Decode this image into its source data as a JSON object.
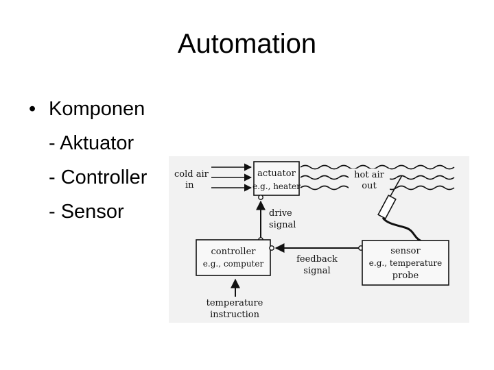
{
  "slide": {
    "title": "Automation",
    "bullet": {
      "symbol": "•",
      "label": "Komponen"
    },
    "sub_items": [
      "- Aktuator",
      "- Controller",
      "- Sensor"
    ]
  },
  "diagram": {
    "input_line1": "cold air",
    "input_line2": "in",
    "actuator_line1": "actuator",
    "actuator_line2": "e.g., heater",
    "output_line1": "hot air",
    "output_line2": "out",
    "drive_line1": "drive",
    "drive_line2": "signal",
    "controller_line1": "controller",
    "controller_line2": "e.g., computer",
    "feedback_line1": "feedback",
    "feedback_line2": "signal",
    "sensor_line1": "sensor",
    "sensor_line2": "e.g., temperature",
    "sensor_line3": "probe",
    "temp_line1": "temperature",
    "temp_line2": "instruction"
  },
  "colors": {
    "diagram_bg": "#f2f2f2",
    "ink": "#111111"
  }
}
